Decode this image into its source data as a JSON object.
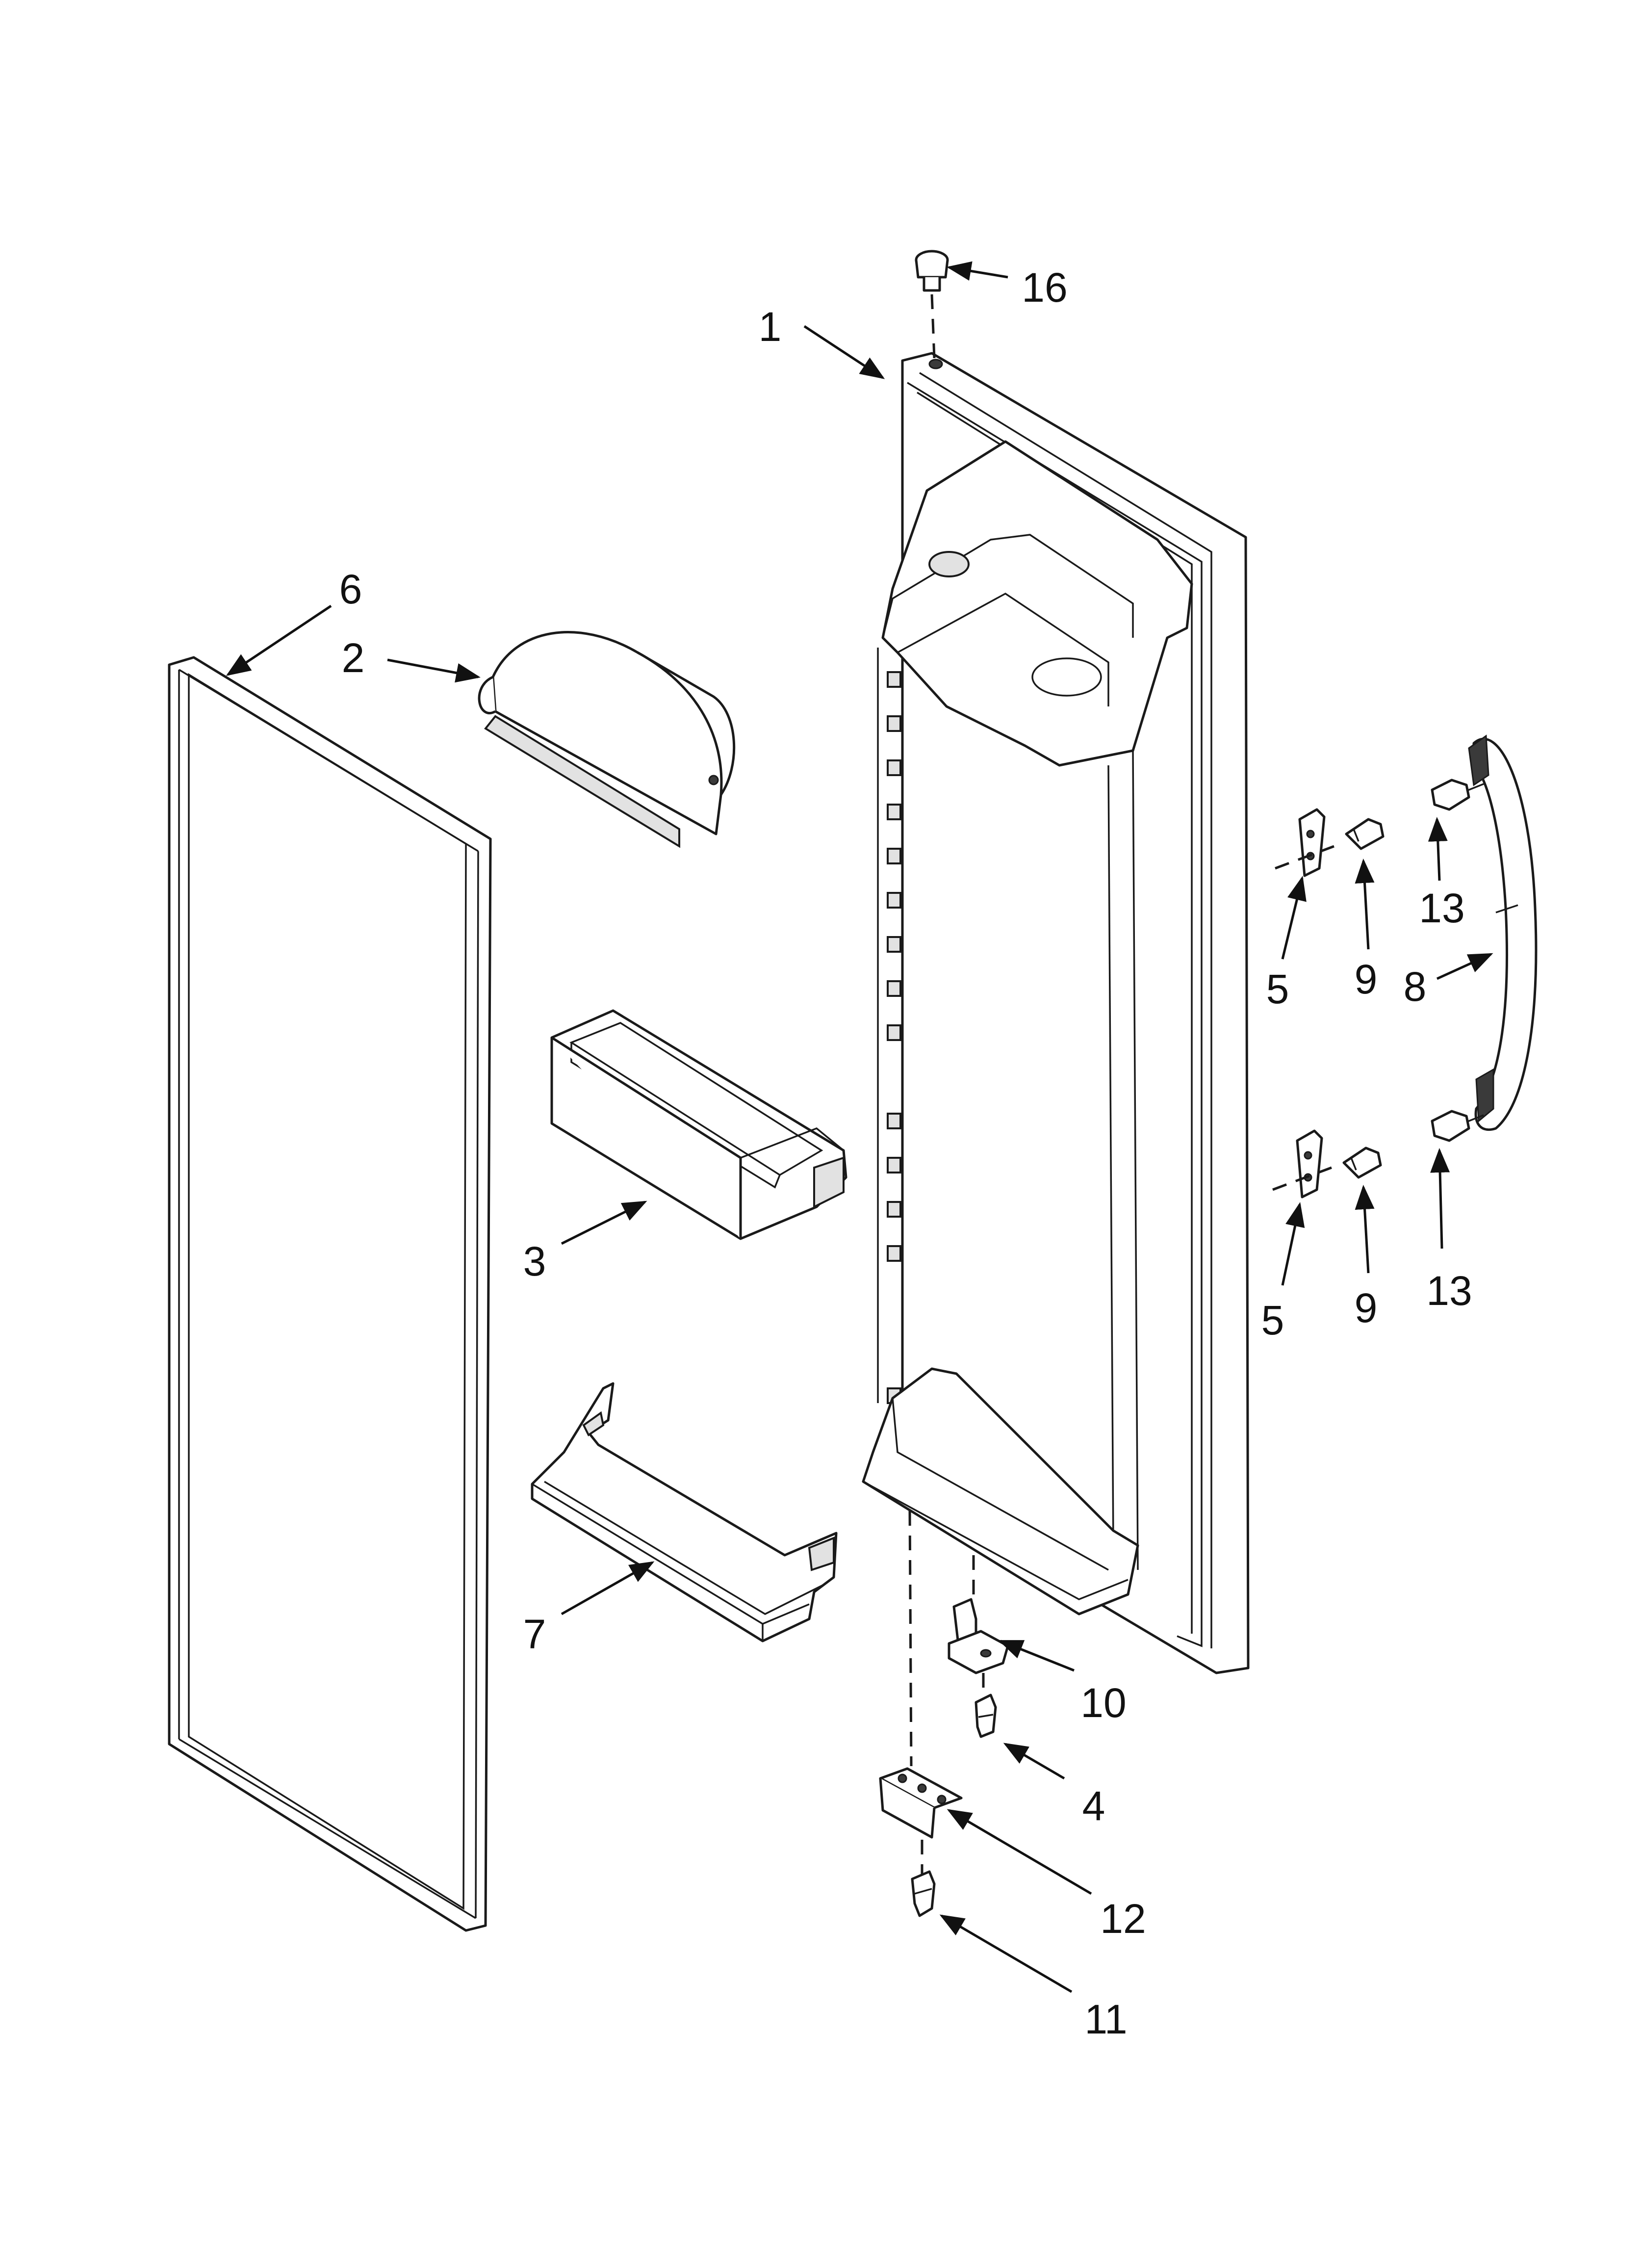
{
  "callouts": {
    "c1": "1",
    "c2": "2",
    "c3": "3",
    "c4": "4",
    "c5a": "5",
    "c5b": "5",
    "c6": "6",
    "c7": "7",
    "c8": "8",
    "c9a": "9",
    "c9b": "9",
    "c10": "10",
    "c11": "11",
    "c12": "12",
    "c13a": "13",
    "c13b": "13",
    "c16": "16"
  },
  "colors": {
    "line": "#1a1a1a",
    "background": "#ffffff",
    "shade": "#e2e2e2"
  }
}
